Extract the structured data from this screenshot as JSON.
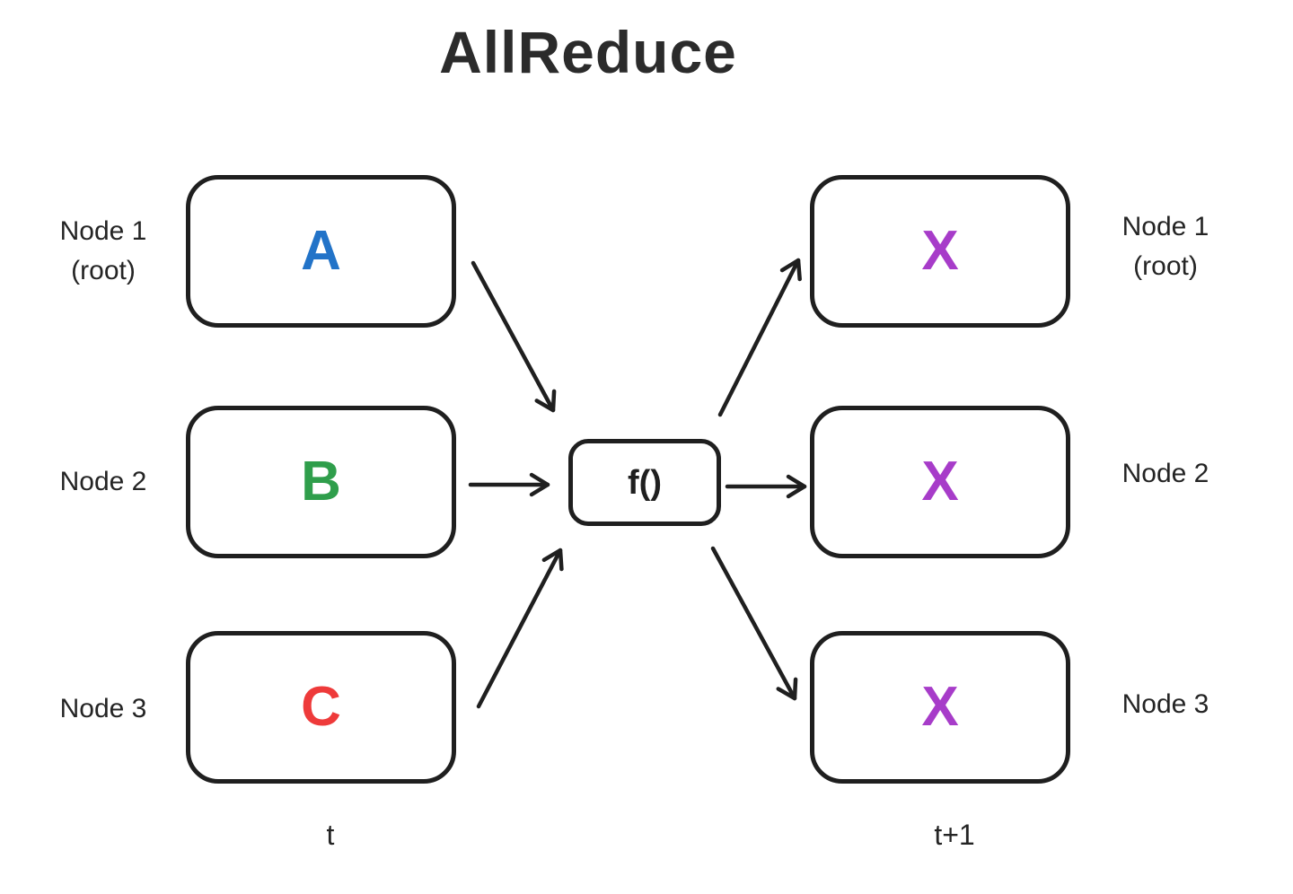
{
  "title": "AllReduce",
  "colors": {
    "ink": "#1f1f1f",
    "value_a": "#2273c8",
    "value_b": "#2f9e4b",
    "value_c": "#ee3a3a",
    "value_x": "#a73cc9"
  },
  "function_box": {
    "label": "f()"
  },
  "time_labels": {
    "left": "t",
    "right": "t+1"
  },
  "left_column": {
    "nodes": [
      {
        "label": "Node 1",
        "sublabel": "(root)",
        "value": "A"
      },
      {
        "label": "Node 2",
        "value": "B"
      },
      {
        "label": "Node 3",
        "value": "C"
      }
    ]
  },
  "right_column": {
    "nodes": [
      {
        "label": "Node 1",
        "sublabel": "(root)",
        "value": "X"
      },
      {
        "label": "Node 2",
        "value": "X"
      },
      {
        "label": "Node 3",
        "value": "X"
      }
    ]
  }
}
